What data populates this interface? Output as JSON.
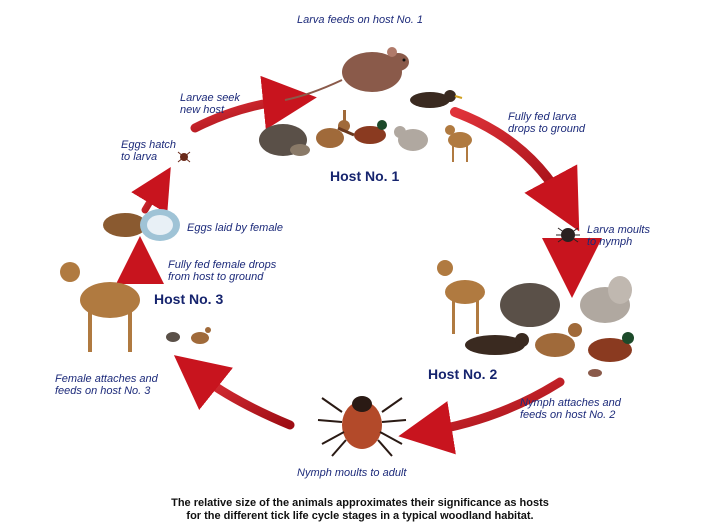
{
  "labels": {
    "larva_feeds": "Larva feeds on host No. 1",
    "larvae_seek_1": "Larvae seek",
    "larvae_seek_2": "new host",
    "fully_fed_larva_1": "Fully fed larva",
    "fully_fed_larva_2": "drops to ground",
    "eggs_hatch_1": "Eggs hatch",
    "eggs_hatch_2": "to larva",
    "eggs_laid": "Eggs laid by female",
    "larva_moults_1": "Larva moults",
    "larva_moults_2": "to nymph",
    "female_drops_1": "Fully fed female drops",
    "female_drops_2": "from host to ground",
    "female_attaches_1": "Female attaches and",
    "female_attaches_2": "feeds on host No. 3",
    "nymph_attaches_1": "Nymph attaches and",
    "nymph_attaches_2": "feeds on host No. 2",
    "nymph_moults": "Nymph moults to adult"
  },
  "hosts": {
    "host1": "Host No. 1",
    "host2": "Host No. 2",
    "host3": "Host No. 3"
  },
  "caption": {
    "line1": "The relative size of the animals approximates their significance as hosts",
    "line2": "for the different tick life cycle stages in a typical woodland habitat."
  },
  "colors": {
    "arrow": "#c8141e",
    "label_text": "#1c2a7a",
    "host_text": "#16246e"
  }
}
